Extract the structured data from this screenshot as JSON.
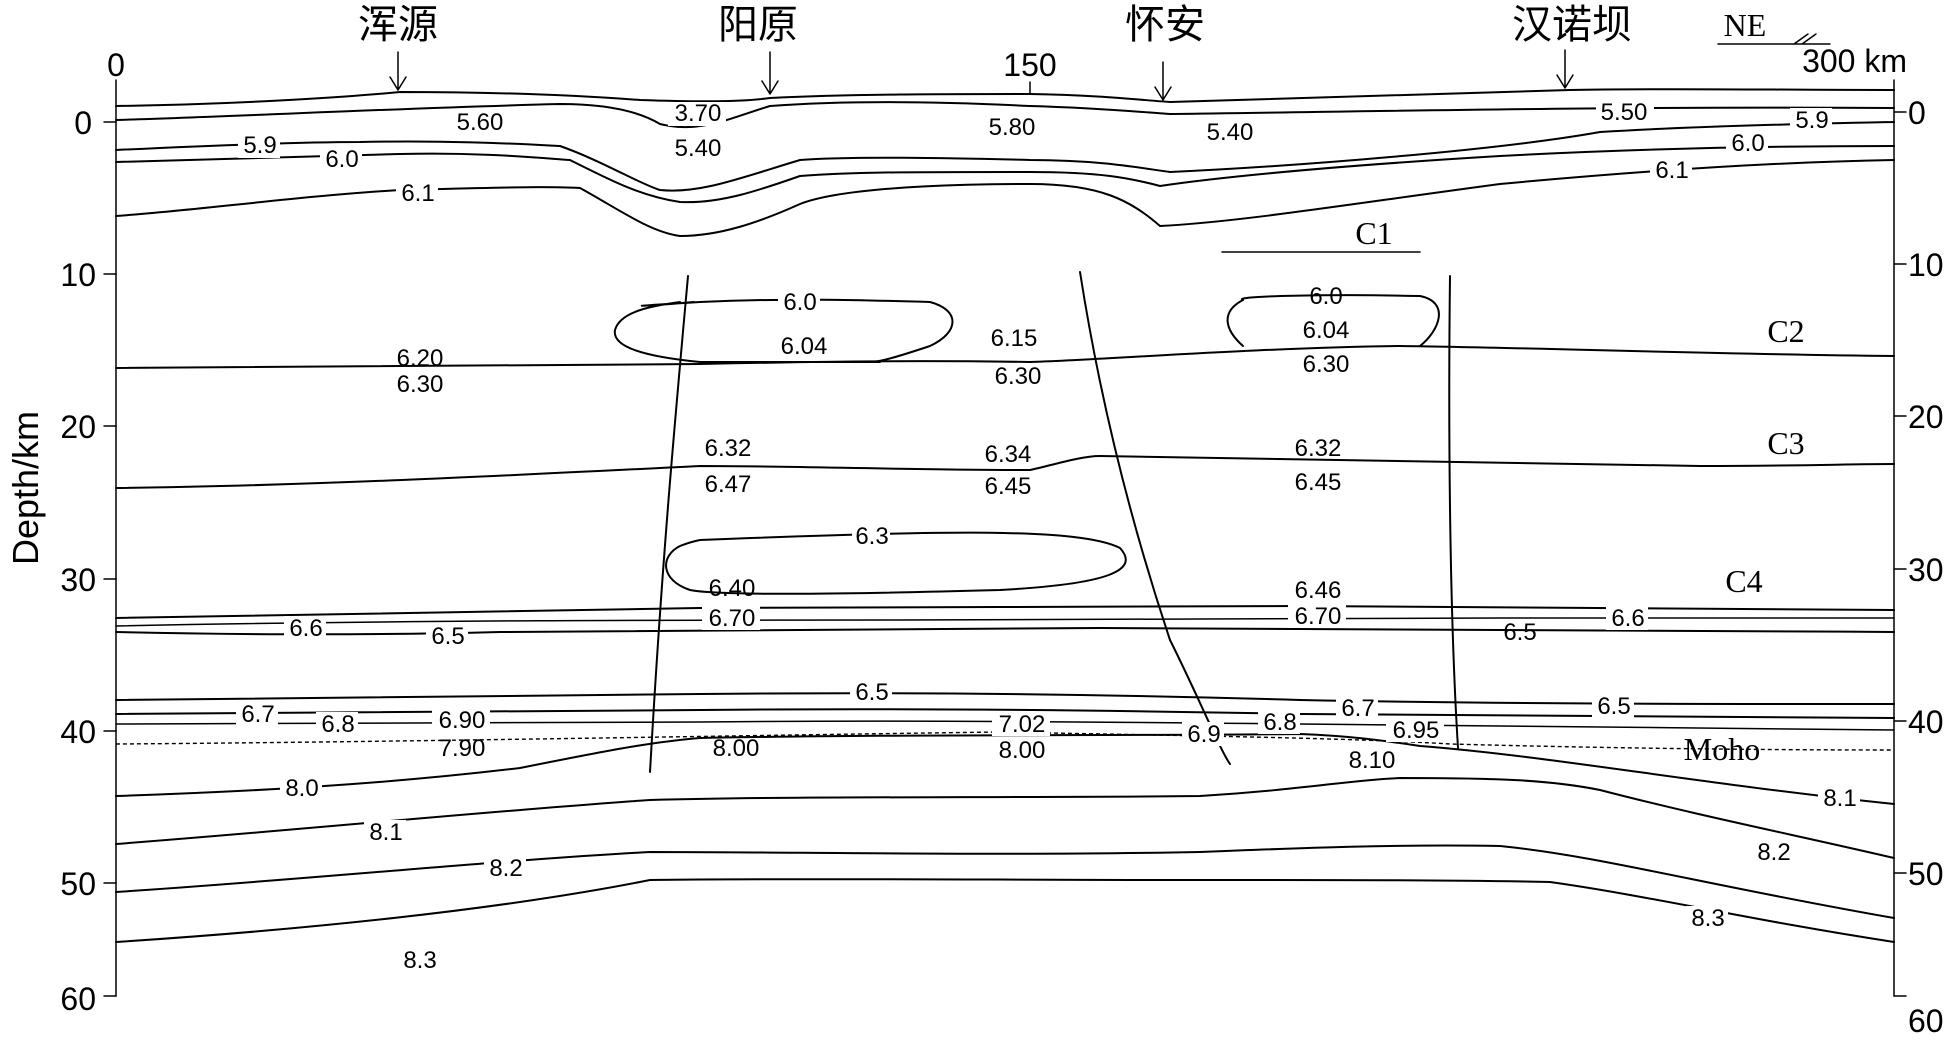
{
  "stations": [
    "浑源",
    "阳原",
    "怀安",
    "汉诺坝"
  ],
  "direction": "NE",
  "distance_axis": {
    "ticks": [
      "0",
      "150",
      "300 km"
    ]
  },
  "depth_axis": {
    "title": "Depth/km",
    "ticks": [
      "0",
      "10",
      "20",
      "30",
      "40",
      "50",
      "60"
    ]
  },
  "layer_labels": [
    "C1",
    "C2",
    "C3",
    "C4"
  ],
  "moho_label": "Moho",
  "velocity_labels": [
    "3.70",
    "5.60",
    "5.80",
    "5.40",
    "5.50",
    "5.9",
    "5.9",
    "5.40",
    "6.0",
    "6.0",
    "6.1",
    "6.1",
    "6.0",
    "6.04",
    "6.15",
    "6.0",
    "6.04",
    "6.20",
    "6.30",
    "6.30",
    "6.30",
    "6.32",
    "6.47",
    "6.34",
    "6.45",
    "6.32",
    "6.45",
    "6.3",
    "6.40",
    "6.46",
    "6.70",
    "6.70",
    "6.6",
    "6.5",
    "6.5",
    "6.6",
    "6.5",
    "6.7",
    "6.7",
    "6.5",
    "6.8",
    "6.90",
    "7.90",
    "7.02",
    "8.00",
    "6.9",
    "6.8",
    "6.95",
    "8.00",
    "8.10",
    "8.0",
    "8.1",
    "8.1",
    "8.2",
    "8.2",
    "8.3",
    "8.3"
  ]
}
